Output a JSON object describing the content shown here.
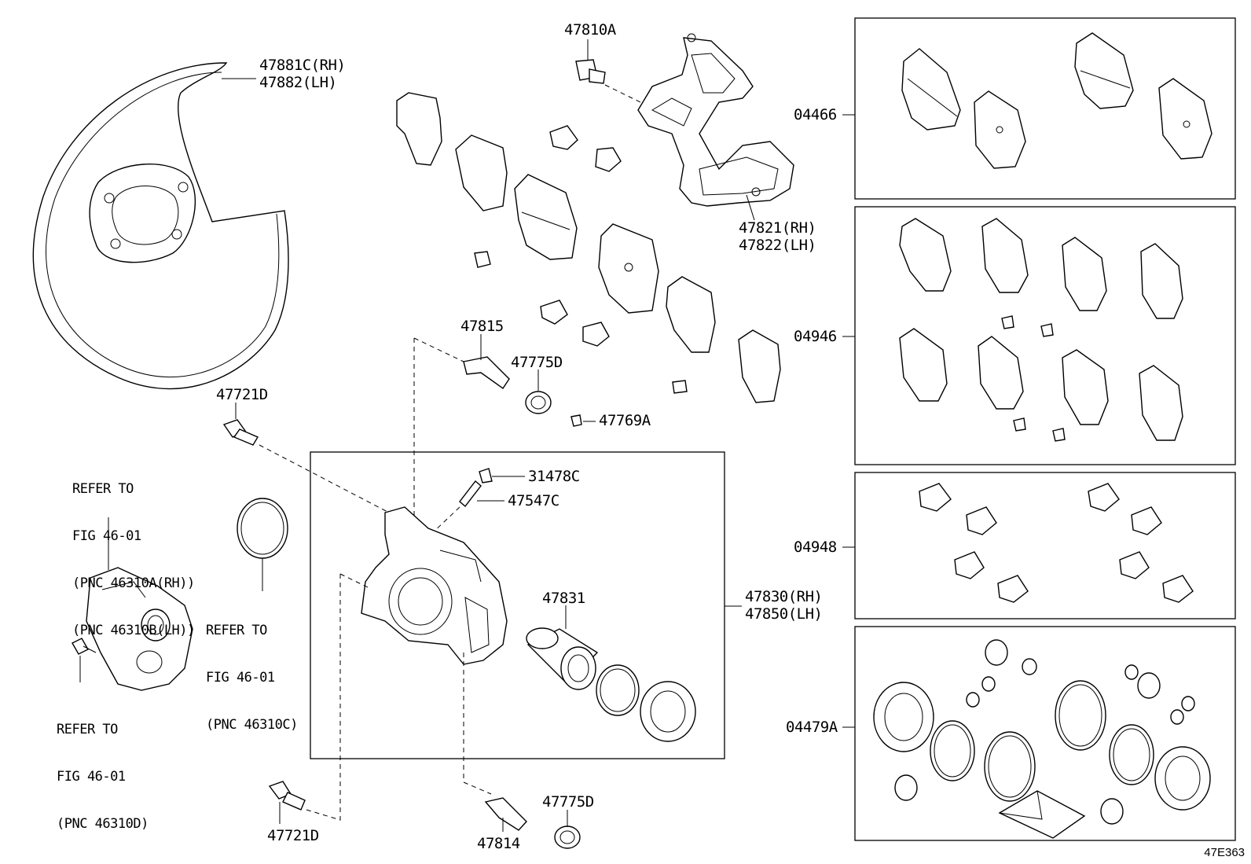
{
  "labels": {
    "p47881": "47881C(RH)",
    "p47882": "47882(LH)",
    "p47810": "47810A",
    "p47821": "47821(RH)",
    "p47822": "47822(LH)",
    "p47815": "47815",
    "p47775a": "47775D",
    "p47769": "47769A",
    "p47721a": "47721D",
    "p31478": "31478C",
    "p47547": "47547C",
    "p47831": "47831",
    "p47830": "47830(RH)",
    "p47850": "47850(LH)",
    "p47721b": "47721D",
    "p47814": "47814",
    "p47775b": "47775D",
    "k04466": "04466",
    "k04946": "04946",
    "k04948": "04948",
    "k04479": "04479A"
  },
  "references": {
    "ref1": [
      "REFER TO",
      "FIG 46-01",
      "(PNC 46310A(RH))",
      "(PNC 46310B(LH))"
    ],
    "ref2": [
      "REFER TO",
      "FIG 46-01",
      "(PNC 46310C)"
    ],
    "ref3": [
      "REFER TO",
      "FIG 46-01",
      "(PNC 46310D)"
    ]
  },
  "diagram_code": "47E363"
}
